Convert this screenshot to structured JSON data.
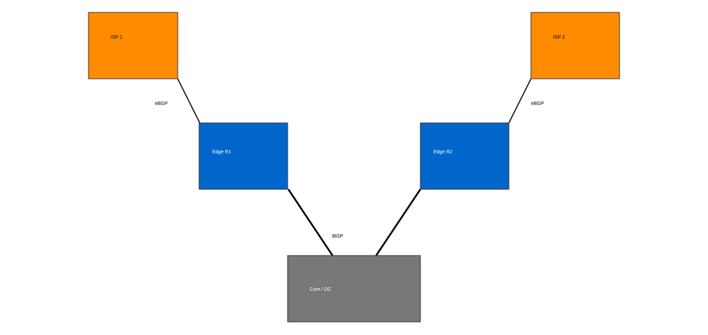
{
  "diagram": {
    "nodes": {
      "isp1": {
        "label": "ISP 1",
        "fill": "#FF8C00",
        "text_color": "#000000"
      },
      "isp2": {
        "label": "ISP 2",
        "fill": "#FF8C00",
        "text_color": "#000000"
      },
      "edge_r1": {
        "label": "Edge R1",
        "fill": "#0066CC",
        "text_color": "#FFFFFF"
      },
      "edge_r2": {
        "label": "Edge R2",
        "fill": "#0066CC",
        "text_color": "#FFFFFF"
      },
      "core": {
        "label": "Core / DC",
        "fill": "#787878",
        "text_color": "#FFFFFF"
      }
    },
    "links": {
      "isp1_edge_r1": {
        "from": "ISP 1",
        "to": "Edge R1",
        "label": "eBGP"
      },
      "isp2_edge_r2": {
        "from": "ISP 2",
        "to": "Edge R2",
        "label": "eBGP"
      },
      "edge_r1_core": {
        "from": "Edge R1",
        "to": "Core / DC",
        "label": "iBGP"
      },
      "edge_r2_core": {
        "from": "Edge R2",
        "to": "Core / DC",
        "label": ""
      }
    }
  }
}
